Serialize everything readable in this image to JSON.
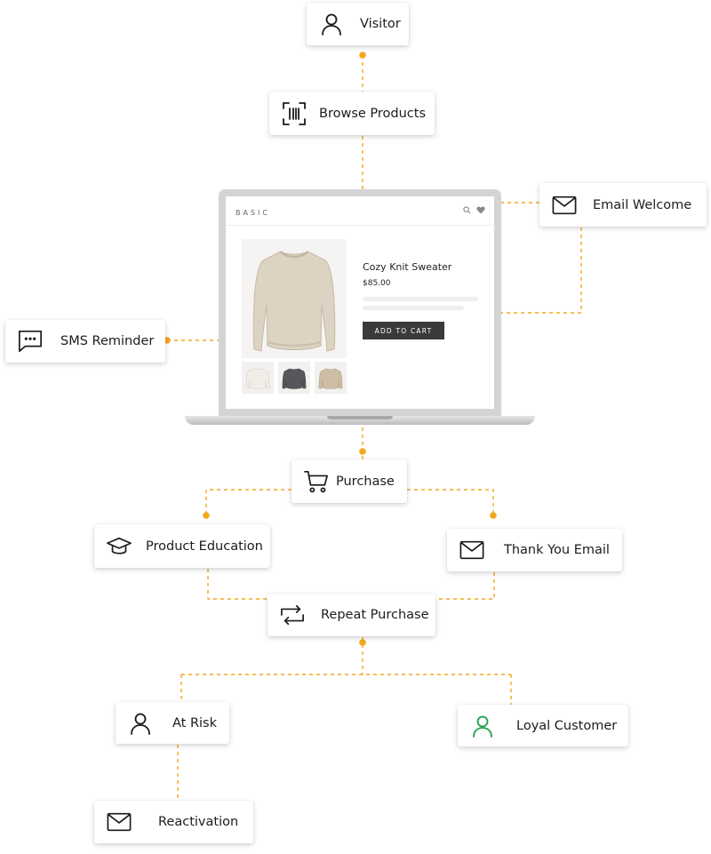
{
  "nodes": {
    "visitor": "Visitor",
    "browse_products": "Browse Products",
    "email_welcome": "Email Welcome",
    "sms_reminder": "SMS Reminder",
    "purchase": "Purchase",
    "product_education": "Product Education",
    "thank_you_email": "Thank You Email",
    "repeat_purchase": "Repeat Purchase",
    "at_risk": "At Risk",
    "loyal_customer": "Loyal Customer",
    "reactivation": "Reactivation"
  },
  "storefront": {
    "brand": "BASIC",
    "product_name": "Cozy Knit Sweater",
    "price": "$85.00",
    "cta": "ADD TO CART"
  },
  "colors": {
    "connector": "#f3a81c",
    "loyal_icon": "#1aa04a",
    "icon": "#1a1a1a"
  },
  "icons": {
    "visitor": "user-icon",
    "browse_products": "barcode-icon",
    "email_welcome": "envelope-icon",
    "sms_reminder": "chat-bubble-icon",
    "purchase": "shopping-cart-icon",
    "product_education": "graduation-cap-icon",
    "thank_you_email": "envelope-icon",
    "repeat_purchase": "repeat-icon",
    "at_risk": "user-icon",
    "loyal_customer": "user-icon",
    "reactivation": "envelope-icon"
  }
}
